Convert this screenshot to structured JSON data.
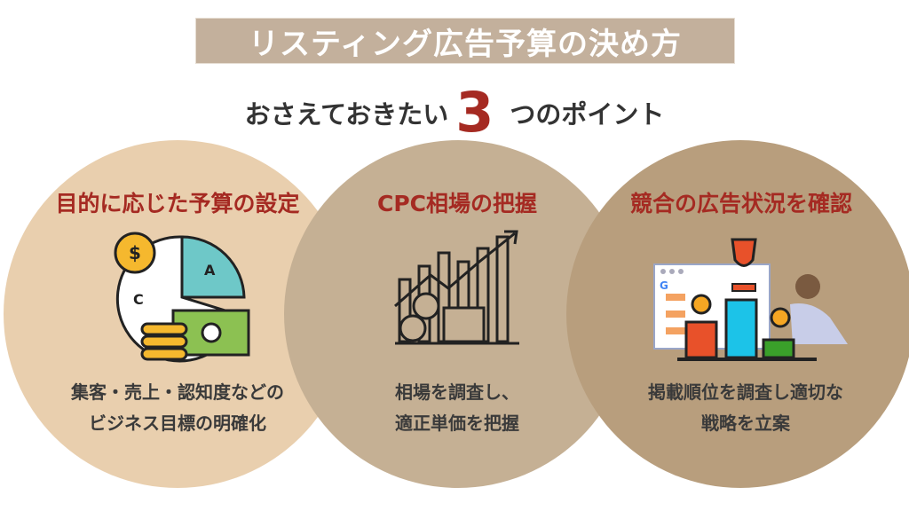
{
  "title": "リスティング広告予算の決め方",
  "subtitle": {
    "before": "おさえておきたい",
    "number": "3",
    "after": "つのポイント"
  },
  "points": [
    {
      "heading": "目的に応じた予算の設定",
      "lines": [
        "集客・売上・認知度などの",
        "ビジネス目標の明確化"
      ],
      "icon": "budget-pie-money-icon",
      "pie_labels": [
        "$",
        "A",
        "C"
      ]
    },
    {
      "heading": "CPC相場の把握",
      "lines": [
        "相場を調査し、",
        "適正単価を把握"
      ],
      "icon": "growth-chart-coins-icon"
    },
    {
      "heading": "競合の広告状況を確認",
      "lines": [
        "掲載順位を調査し適切な",
        "戦略を立案"
      ],
      "icon": "competition-podium-icon"
    }
  ],
  "colors": {
    "banner": "#c3b09c",
    "accent": "#a52a22",
    "circle1": "#e9cfae",
    "circle2": "#c5b094",
    "circle3": "#b89e7d"
  }
}
